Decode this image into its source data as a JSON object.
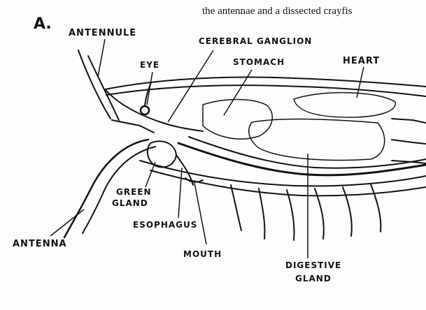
{
  "caption": "the antennae and a dissected crayfis",
  "panel_letter": "A.",
  "labels": {
    "antennule": "ANTENNULE",
    "eye": "EYE",
    "cerebral_ganglion": "CEREBRAL GANGLION",
    "stomach": "STOMACH",
    "heart": "HEART",
    "green_gland_line1": "GREEN",
    "green_gland_line2": "GLAND",
    "esophagus": "ESOPHAGUS",
    "antenna": "ANTENNA",
    "mouth": "MOUTH",
    "digestive_gland_line1": "DIGESTIVE",
    "digestive_gland_line2": "GLAND"
  }
}
